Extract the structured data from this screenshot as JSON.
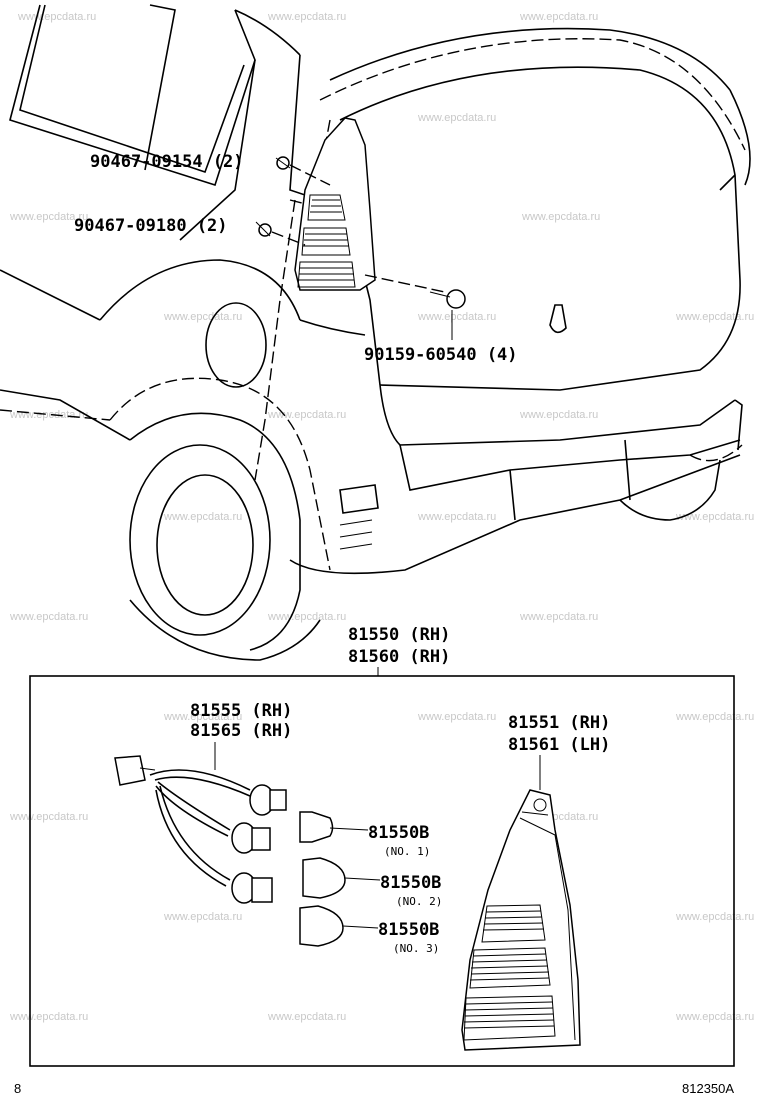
{
  "watermark": "www.epcdata.ru",
  "callouts": {
    "bolt_upper": "90467-09154 (2)",
    "bolt_lower": "90467-09180 (2)",
    "nut_side": "90159-60540 (4)",
    "assembly_rh": "81550 (RH)",
    "assembly_rh2": "81560 (RH)",
    "socket_rh": "81555 (RH)",
    "socket_rh2": "81565 (RH)",
    "lens_rh": "81551 (RH)",
    "lens_lh": "81561 (LH)",
    "bulb1": "81550B",
    "bulb1_note": "(NO. 1)",
    "bulb2": "81550B",
    "bulb2_note": "(NO. 2)",
    "bulb3": "81550B",
    "bulb3_note": "(NO. 3)"
  },
  "footer": {
    "left_mark": "8",
    "figure_code": "812350A"
  }
}
